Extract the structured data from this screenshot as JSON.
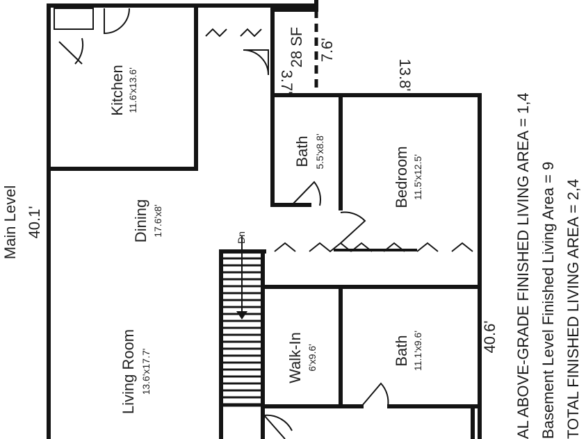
{
  "level": {
    "title": "Main Level",
    "width_dim": "40.1'"
  },
  "rooms": {
    "kitchen": {
      "name": "Kitchen",
      "size": "11.6'x13.6'"
    },
    "dining": {
      "name": "Dining",
      "size": "17.6'x8'"
    },
    "living_room": {
      "name": "Living Room",
      "size": "13.6'x17.7'"
    },
    "bath_upper": {
      "name": "Bath",
      "size": "5.5'x8.8'"
    },
    "bedroom": {
      "name": "Bedroom",
      "size": "11.5'x12.5'"
    },
    "walk_in": {
      "name": "Walk-In",
      "size": "6'x9.6'"
    },
    "bath_lower": {
      "name": "Bath",
      "size": "11.1'x9.6'"
    }
  },
  "porch": {
    "area": "28 SF",
    "dim_a": "7.6'",
    "dim_b": "3.7'"
  },
  "dimensions": {
    "bedroom_wing": "13.8'",
    "right_wall": "40.6'"
  },
  "stairs": {
    "label": "Dn"
  },
  "notes": {
    "above_grade": "AL ABOVE-GRADE FINISHED LIVING AREA = 1,4",
    "basement": "Basement Level Finished Living Area = 9",
    "total": "TOTAL FINISHED LIVING AREA = 2,4"
  }
}
